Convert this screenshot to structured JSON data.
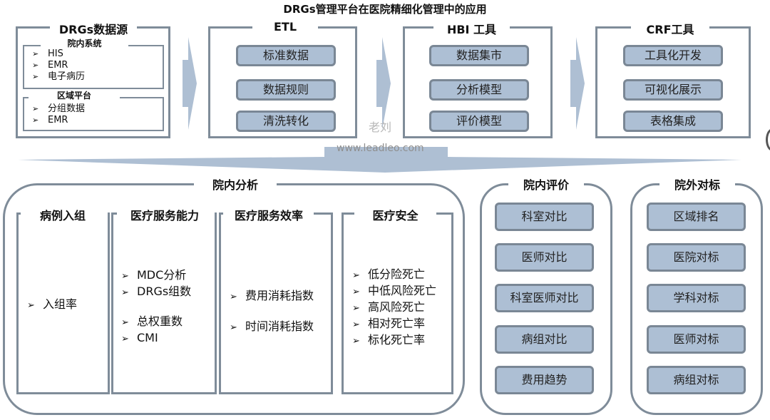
{
  "title": "DRGs管理平台在医院精细化管理中的应用",
  "top_row": {
    "data_source": {
      "label": "DRGs数据源",
      "groups": [
        {
          "label": "院内系统",
          "items": [
            "HIS",
            "EMR",
            "电子病历"
          ]
        },
        {
          "label": "区域平台",
          "items": [
            "分组数据",
            "EMR"
          ]
        }
      ]
    },
    "etl": {
      "label": "ETL",
      "items": [
        "标准数据",
        "数据规则",
        "清洗转化"
      ]
    },
    "hbi": {
      "label": "HBI 工具",
      "items": [
        "数据集市",
        "分析模型",
        "评价模型"
      ]
    },
    "crf": {
      "label": "CRF工具",
      "items": [
        "工具化开发",
        "可视化展示",
        "表格集成"
      ]
    }
  },
  "watermarks": {
    "name": "老刘",
    "site": "www.leadleo.com"
  },
  "bottom_row": {
    "internal_analysis": {
      "label": "院内分析",
      "columns": [
        {
          "label": "病例入组",
          "items": [
            "入组率"
          ]
        },
        {
          "label": "医疗服务能力",
          "items": [
            "MDC分析",
            "DRGs组数",
            "总权重数",
            "CMI"
          ]
        },
        {
          "label": "医疗服务效率",
          "items": [
            "费用消耗指数",
            "时间消耗指数"
          ]
        },
        {
          "label": "医疗安全",
          "items": [
            "低分险死亡",
            "中低风险死亡",
            "高风险死亡",
            "相对死亡率",
            "标化死亡率"
          ]
        }
      ]
    },
    "internal_evaluation": {
      "label": "院内评价",
      "items": [
        "科室对比",
        "医师对比",
        "科室医师对比",
        "病组对比",
        "费用趋势"
      ]
    },
    "external_benchmark": {
      "label": "院外对标",
      "items": [
        "区域排名",
        "医院对标",
        "学科对标",
        "医师对标",
        "病组对标"
      ]
    }
  },
  "colors": {
    "border": "#7f8c99",
    "pill_fill": "#adbfd4",
    "arrow": "#aebfd3"
  }
}
